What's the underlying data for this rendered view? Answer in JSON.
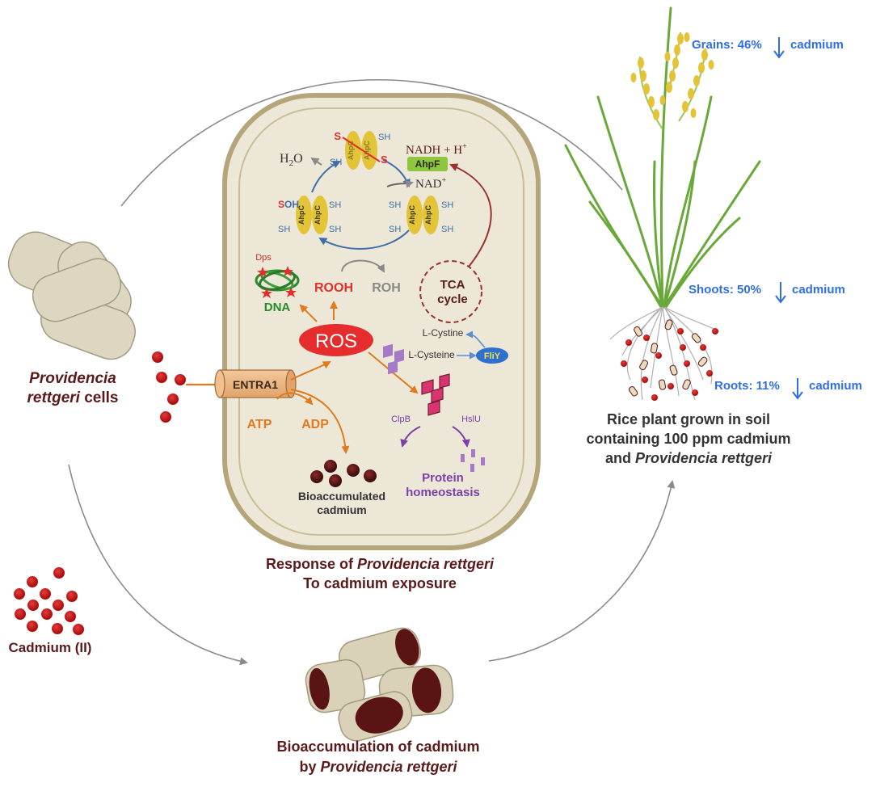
{
  "labels": {
    "grains_text": "Grains: 46%",
    "shoots_text": "Shoots: 50%",
    "roots_text": "Roots: 11%",
    "cadmium_word": "cadmium",
    "rice_line1": "Rice plant grown in soil",
    "rice_line2": "containing 100 ppm cadmium",
    "rice_line3_prefix": "and ",
    "species_name": "Providencia rettgeri",
    "cells_line1": "Providencia",
    "cells_line2_italic": "rettgeri",
    "cells_line2_rest": " cells",
    "cadmium_ii": "Cadmium (II)",
    "response_prefix": "Response of ",
    "response_line2": "To cadmium exposure",
    "bioacc_line1": "Bioaccumulation of cadmium",
    "bioacc_prefix": "by ",
    "entra1": "ENTRA1",
    "atp": "ATP",
    "adp": "ADP",
    "ros": "ROS",
    "rooh": "ROOH",
    "roh": "ROH",
    "dna": "DNA",
    "dps": "Dps",
    "tca_1": "TCA",
    "tca_2": "cycle",
    "l_cystine": "L-Cystine",
    "l_cysteine": "L-Cysteine",
    "fliy": "FliY",
    "nadh": "NADH + H",
    "nad": "NAD",
    "ahpf": "AhpF",
    "ahpc": "AhpC",
    "h2o_h": "H",
    "h2o_2": "2",
    "h2o_o": "O",
    "s": "S",
    "sh": "SH",
    "soh_s": "S",
    "soh_oh": "OH",
    "clpb": "ClpB",
    "hslu": "HslU",
    "protein_1": "Protein",
    "protein_2": "homeostasis",
    "bioacc_cd_1": "Bioaccumulated",
    "bioacc_cd_2": "cadmium",
    "plus": "+"
  },
  "colors": {
    "blue_text": "#2f6fe0",
    "maroon": "#5b1a1a",
    "cd_red": "#c8102e",
    "orange": "#e07b20",
    "purple": "#7a3fa8",
    "cell_fill": "#ece7d6",
    "cell_border": "#b5a57a",
    "ahpc_yellow": "#e3c437",
    "ahpf_green": "#8ec63f",
    "arrow_blue": "#3d6fa8",
    "tca_maroon": "#9b3030"
  }
}
